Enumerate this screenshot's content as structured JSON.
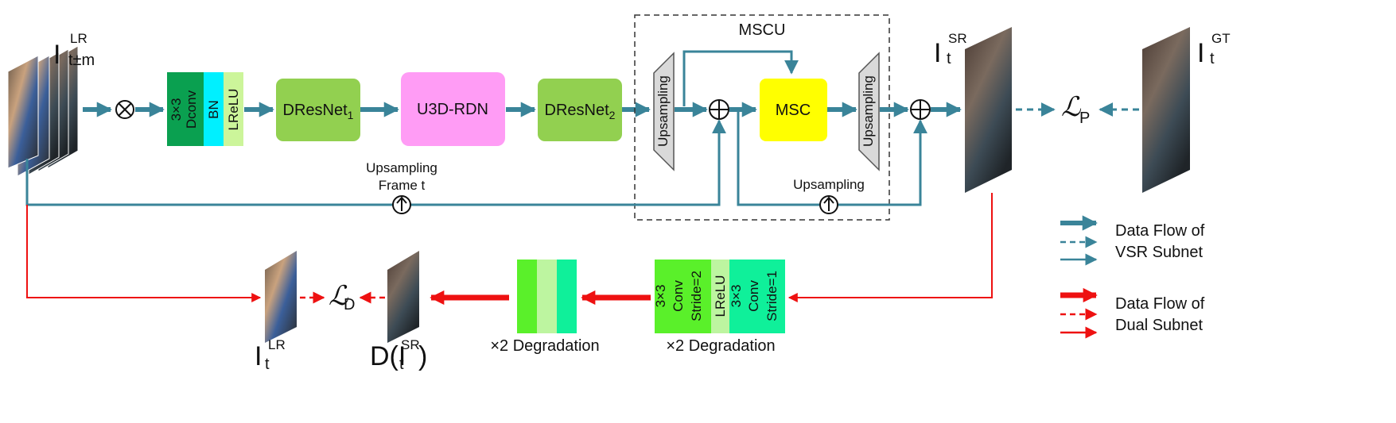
{
  "colors": {
    "vsr_flow": "#3a8499",
    "dual_flow": "#ee1111",
    "dconv": "#0aa050",
    "bn": "#00f0ff",
    "lrelu": "#ccf59a",
    "dresnet": "#92d050",
    "u3d": "#ff9cf5",
    "msc": "#ffff00",
    "upsample_fill": "#d9d9d9",
    "deg_green": "#5af02a",
    "deg_teal": "#0ff09a",
    "deg_light": "#bdf5a0"
  },
  "input": {
    "symbol": "I",
    "sub": "t±m",
    "sup": "LR"
  },
  "output": {
    "symbol": "I",
    "sub": "t",
    "sup": "SR"
  },
  "ground_truth": {
    "symbol": "I",
    "sub": "t",
    "sup": "GT"
  },
  "lr_frame": {
    "symbol": "I",
    "sub": "t",
    "sup": "LR"
  },
  "degraded_frame": {
    "prefix": "D(",
    "symbol": "I",
    "sub": "t",
    "sup": "SR",
    "suffix": ")"
  },
  "block1": {
    "dconv": [
      "3×3",
      "Dconv"
    ],
    "bn": "BN",
    "lrelu": "LReLU"
  },
  "dresnet1": {
    "name": "DResNet",
    "sub": "1"
  },
  "u3d": "U3D-RDN",
  "dresnet2": {
    "name": "DResNet",
    "sub": "2"
  },
  "mscu": {
    "title": "MSCU",
    "upsampling_left": "Upsampling",
    "msc": "MSC",
    "upsampling_right": "Upsampling",
    "bottom_upsampling": "Upsampling"
  },
  "frame_upsampling": [
    "Upsampling",
    "Frame t"
  ],
  "loss_p": {
    "symbol": "ℒ",
    "sub": "P"
  },
  "loss_d": {
    "symbol": "ℒ",
    "sub": "D"
  },
  "degradation_right": {
    "conv1": [
      "3×3",
      "Conv",
      "Stride=2"
    ],
    "lrelu": "LReLU",
    "conv2": [
      "3×3",
      "Conv",
      "Stride=1"
    ],
    "caption": "×2 Degradation"
  },
  "degradation_left": {
    "caption": "×2 Degradation"
  },
  "legend": {
    "vsr": [
      "Data Flow of",
      "VSR Subnet"
    ],
    "dual": [
      "Data Flow of",
      "Dual Subnet"
    ]
  }
}
